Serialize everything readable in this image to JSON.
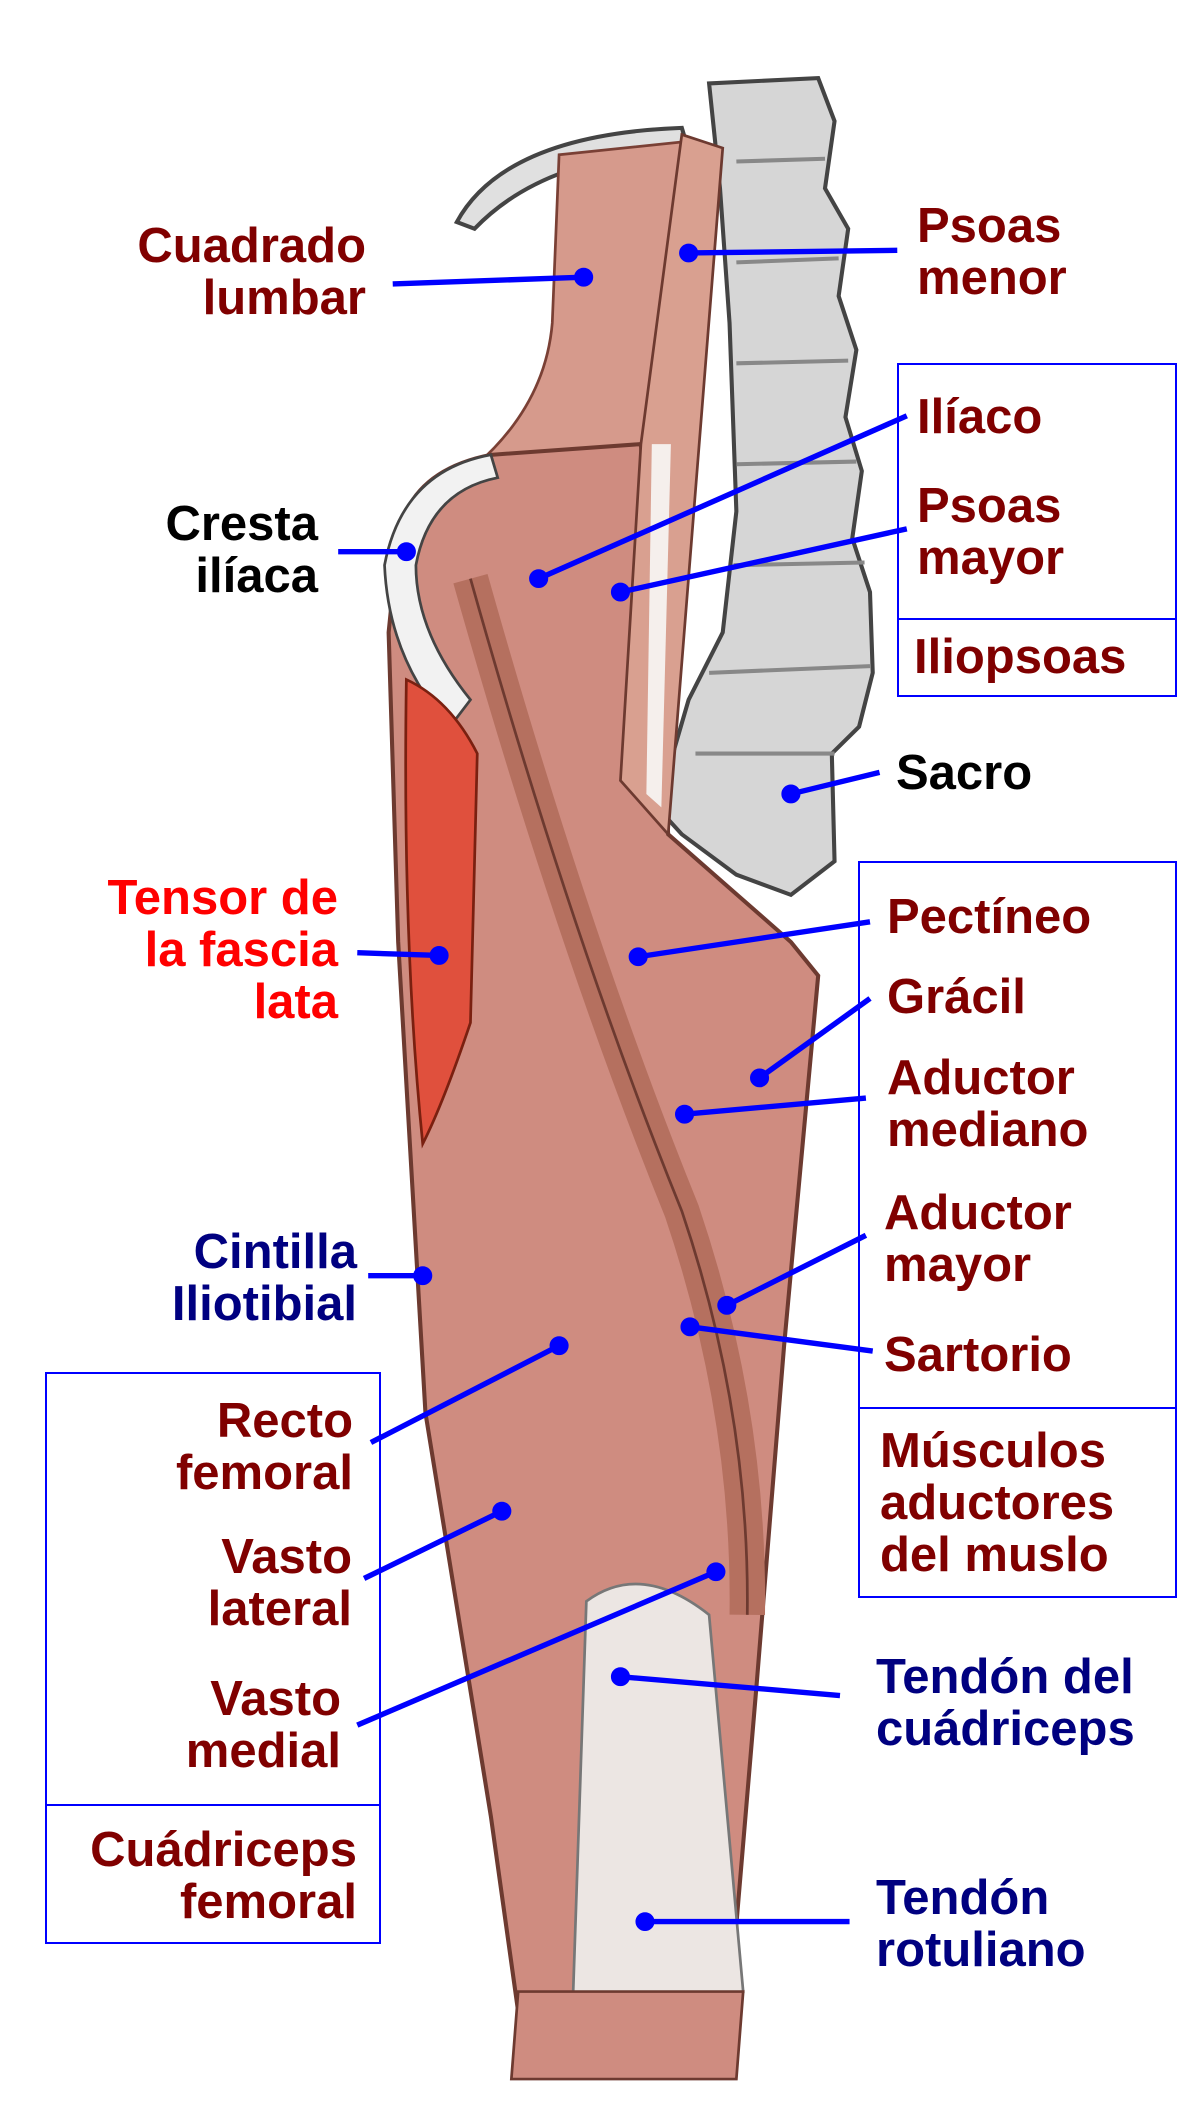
{
  "labels": {
    "cuadrado_lumbar": [
      "Cuadrado",
      "lumbar"
    ],
    "psoas_menor": [
      "Psoas",
      "menor"
    ],
    "iliaco": "Ilíaco",
    "psoas_mayor": [
      "Psoas",
      "mayor"
    ],
    "iliopsoas": "Iliopsoas",
    "cresta_iliaca": [
      "Cresta",
      "ilíaca"
    ],
    "sacro": "Sacro",
    "tensor": [
      "Tensor de",
      "la fascia",
      "lata"
    ],
    "pectineo": "Pectíneo",
    "gracil": "Grácil",
    "aductor_mediano": [
      "Aductor",
      "mediano"
    ],
    "aductor_mayor": [
      "Aductor",
      "mayor"
    ],
    "sartorio": "Sartorio",
    "aductores": [
      "Músculos",
      "aductores",
      "del muslo"
    ],
    "cintilla": [
      "Cintilla",
      "Iliotibial"
    ],
    "recto_femoral": [
      "Recto",
      "femoral"
    ],
    "vasto_lateral": [
      "Vasto",
      "lateral"
    ],
    "vasto_medial": [
      "Vasto",
      "medial"
    ],
    "cuadriceps": [
      "Cuádriceps",
      "femoral"
    ],
    "tendon_cuadriceps": [
      "Tendón del",
      "cuádriceps"
    ],
    "tendon_rotuliano": [
      "Tendón",
      "rotuliano"
    ]
  },
  "colors": {
    "leader": "#0000ff",
    "muscle_label": "#800000",
    "bone_label": "#000000",
    "highlight_label": "#ff0000",
    "tendon_label": "#000080"
  }
}
